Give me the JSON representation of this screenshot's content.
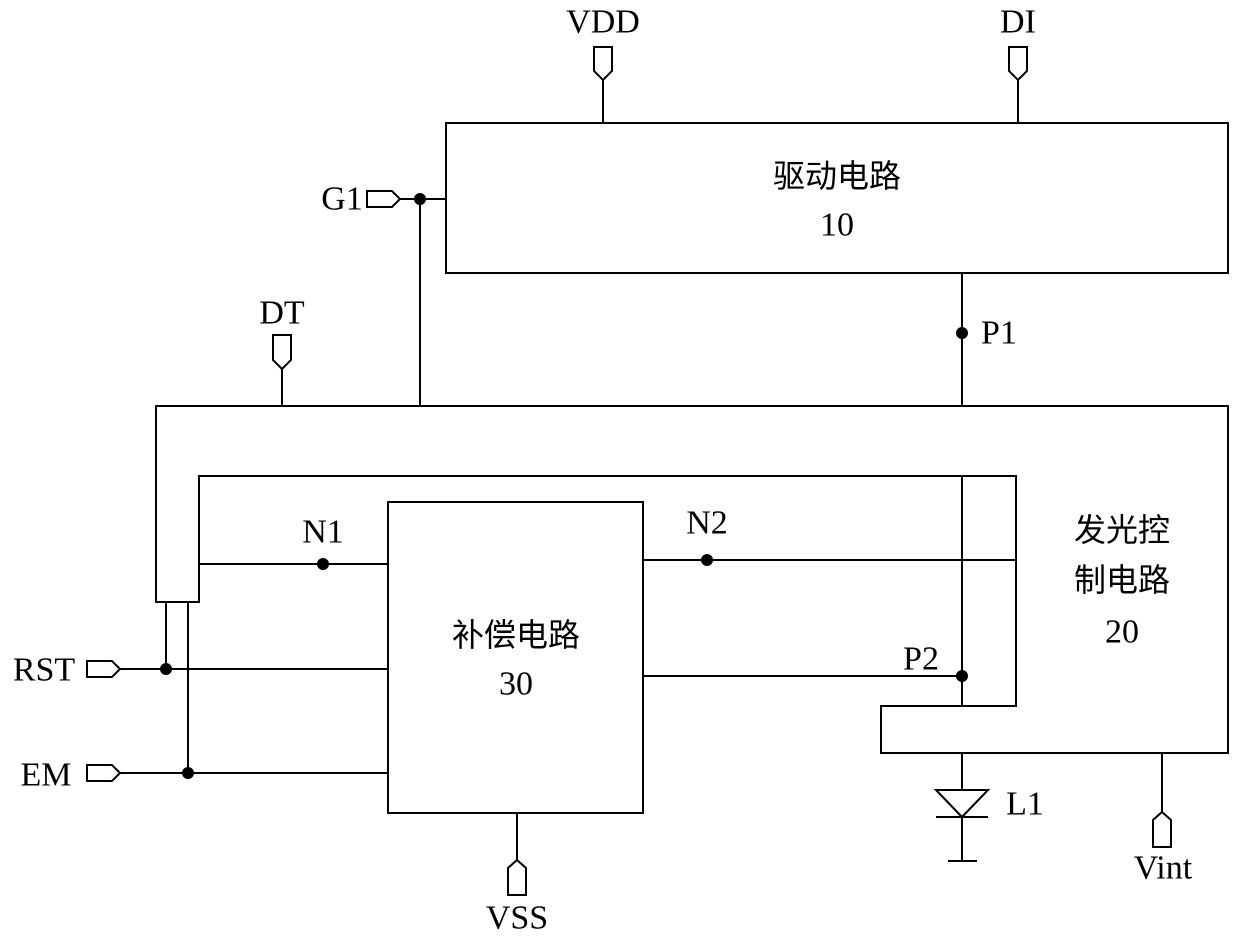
{
  "signals": {
    "vdd": "VDD",
    "di": "DI",
    "g1": "G1",
    "dt": "DT",
    "rst": "RST",
    "em": "EM",
    "vss": "VSS",
    "vint": "Vint"
  },
  "nodes": {
    "p1": "P1",
    "p2": "P2",
    "n1": "N1",
    "n2": "N2",
    "l1": "L1"
  },
  "blocks": {
    "drive": {
      "name": "驱动电路",
      "id": "10"
    },
    "emission": {
      "name_line1": "发光控",
      "name_line2": "制电路",
      "id": "20"
    },
    "compensation": {
      "name": "补偿电路",
      "id": "30"
    }
  }
}
